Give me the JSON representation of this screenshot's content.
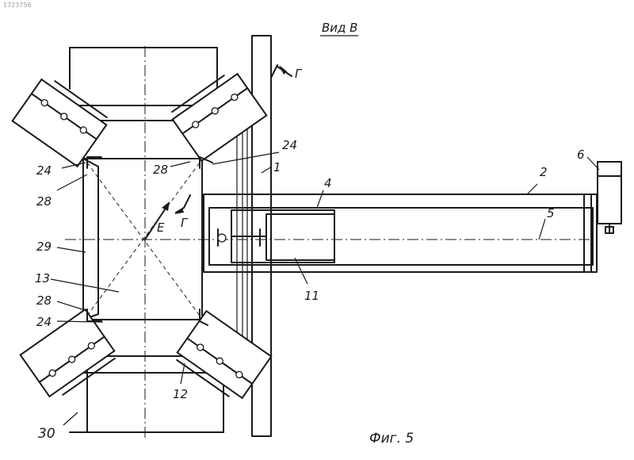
{
  "drawing": {
    "corner_code": "1723756",
    "view_title": "Вид В",
    "figure_caption": "Фиг. 5",
    "section_mark": "Г",
    "view_direction": "E",
    "labels": {
      "n1": "1",
      "n2": "2",
      "n4": "4",
      "n5": "5",
      "n6": "6",
      "n11": "11",
      "n12": "12",
      "n13": "13",
      "n24": "24",
      "n28": "28",
      "n29": "29",
      "n30": "30"
    }
  }
}
